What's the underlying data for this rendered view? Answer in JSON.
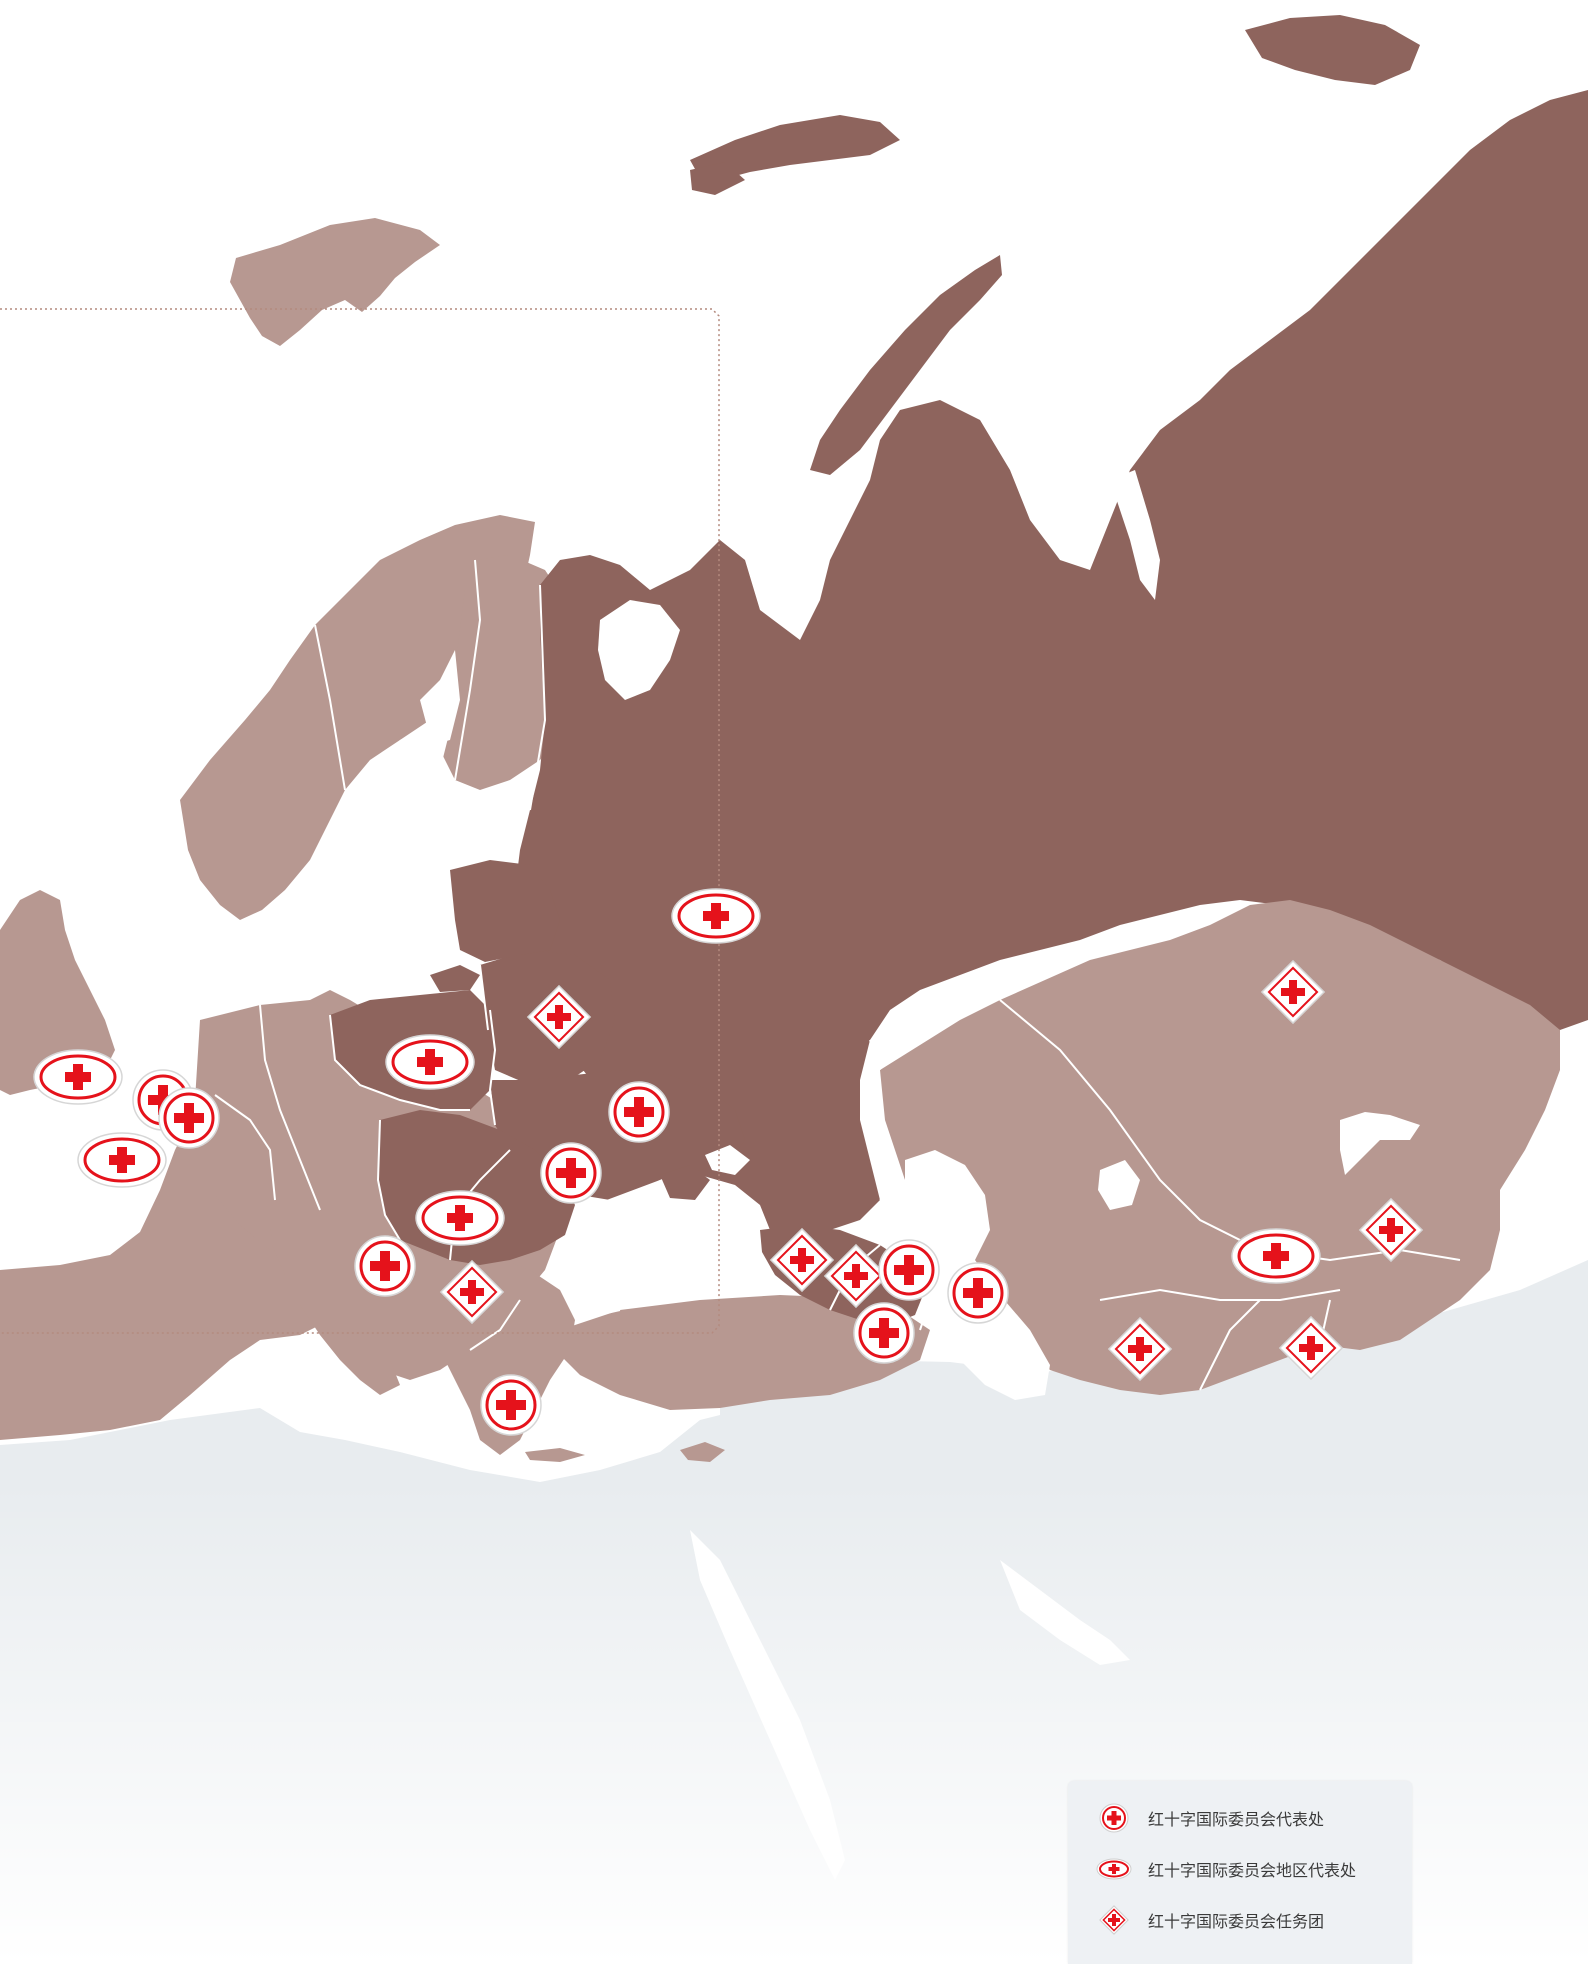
{
  "colors": {
    "sea": "#ffffff",
    "other_land": "#e8ecef",
    "country_light": "#b79891",
    "country_dark": "#8e645d",
    "border": "#ffffff",
    "marker_red": "#e5121b",
    "legend_bg": "#eef1f4",
    "legend_text": "#3a3a3a",
    "frame_line": "#b48a7f"
  },
  "legend": {
    "items": [
      {
        "icon": "icrc-delegation-icon",
        "label": "红十字国际委员会代表处"
      },
      {
        "icon": "icrc-regional-delegation-icon",
        "label": "红十字国际委员会地区代表处"
      },
      {
        "icon": "icrc-mission-icon",
        "label": "红十字国际委员会任务团"
      }
    ]
  },
  "markers": [
    {
      "name": "moscow-regional-delegation",
      "type": "regional"
    },
    {
      "name": "london-regional-delegation",
      "type": "regional"
    },
    {
      "name": "paris-regional-delegation",
      "type": "regional"
    },
    {
      "name": "brussels-delegation",
      "type": "delegation"
    },
    {
      "name": "brussels-delegation-2",
      "type": "delegation"
    },
    {
      "name": "poland-regional-delegation",
      "type": "regional"
    },
    {
      "name": "belarus-mission",
      "type": "mission"
    },
    {
      "name": "ukraine-delegation",
      "type": "delegation"
    },
    {
      "name": "moldova-delegation",
      "type": "delegation"
    },
    {
      "name": "budapest-regional-delegation",
      "type": "regional"
    },
    {
      "name": "bosnia-delegation",
      "type": "delegation"
    },
    {
      "name": "kosovo-mission",
      "type": "mission"
    },
    {
      "name": "greece-delegation",
      "type": "delegation"
    },
    {
      "name": "georgia-mission",
      "type": "mission"
    },
    {
      "name": "armenia-mission",
      "type": "mission"
    },
    {
      "name": "georgia-delegation",
      "type": "delegation"
    },
    {
      "name": "azerbaijan-delegation",
      "type": "delegation"
    },
    {
      "name": "armenia-delegation",
      "type": "delegation"
    },
    {
      "name": "kazakhstan-mission",
      "type": "mission"
    },
    {
      "name": "uzbekistan-regional-delegation",
      "type": "regional"
    },
    {
      "name": "kyrgyzstan-mission",
      "type": "mission"
    },
    {
      "name": "turkmenistan-mission",
      "type": "mission"
    },
    {
      "name": "tajikistan-mission",
      "type": "mission"
    }
  ]
}
